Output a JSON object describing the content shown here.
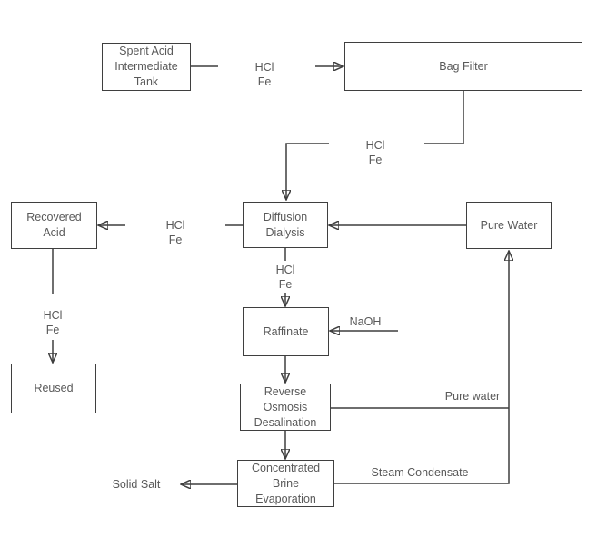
{
  "diagram": {
    "nodes": {
      "spent_acid_tank": "Spent Acid\nIntermediate\nTank",
      "bag_filter": "Bag Filter",
      "diffusion_dialysis": "Diffusion\nDialysis",
      "pure_water": "Pure Water",
      "recovered_acid": "Recovered\nAcid",
      "reused": "Reused",
      "raffinate": "Raffinate",
      "reverse_osmosis": "Reverse\nOsmosis\nDesalination",
      "concentrated_brine": "Concentrated\nBrine\nEvaporation"
    },
    "labels": {
      "hcl_fe": "HCl\nFe",
      "naoh": "NaOH",
      "pure_water_stream": "Pure water",
      "steam_condensate": "Steam Condensate",
      "solid_salt": "Solid Salt"
    },
    "colors": {
      "line": "#3f3f3f",
      "text": "#595959",
      "background": "#ffffff"
    }
  }
}
